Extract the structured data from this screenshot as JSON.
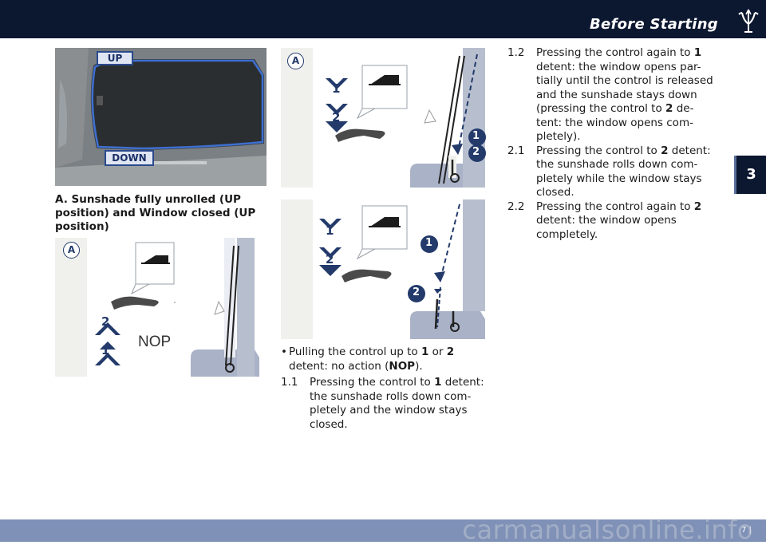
{
  "header": {
    "title": "Before Starting"
  },
  "chapter_tab": "3",
  "photo": {
    "label_up": "UP",
    "label_down": "DOWN"
  },
  "caption": "A. Sunshade fully unrolled (UP position) and Window closed (UP position)",
  "panel_left": {
    "circle": "A",
    "arrow_top": "2",
    "arrow_bottom": "1",
    "nop": "NOP"
  },
  "panel_right_top": {
    "circle": "A",
    "arrow_top": "1",
    "arrow_bottom": "2",
    "badge_1": "1",
    "badge_2": "2"
  },
  "panel_right_bottom": {
    "arrow_top": "1",
    "arrow_bottom": "2",
    "badge_1": "1",
    "badge_2": "2"
  },
  "bullet": {
    "pre": "Pulling the control up to ",
    "d1": "1",
    "mid": " or ",
    "d2": "2",
    "post": " detent: no action (",
    "nop": "NOP",
    "end": ")."
  },
  "steps": [
    {
      "num": "1.1",
      "pre": "Pressing the control to ",
      "detent": "1",
      "post": " detent: the sunshade rolls down com-pletely and the window stays closed."
    },
    {
      "num": "1.2",
      "pre": "Pressing the control again to ",
      "detent": "1",
      "post": " detent: the window opens par-tially until the control is released and the sunshade stays down (pressing the control to ",
      "detent2": "2",
      "post2": " de-tent: the window opens com-pletely)."
    },
    {
      "num": "2.1",
      "pre": "Pressing the control to ",
      "detent": "2",
      "post": " detent: the sunshade rolls down com-pletely while the window stays closed."
    },
    {
      "num": "2.2",
      "pre": "Pressing the control again to ",
      "detent": "2",
      "post": " detent: the window opens completely."
    }
  ],
  "footer": {
    "page": "7 |"
  },
  "watermark": "carmanualsonline.info",
  "colors": {
    "navy": "#0c1730",
    "accent": "#233a6b",
    "footer": "#7f91b7"
  }
}
